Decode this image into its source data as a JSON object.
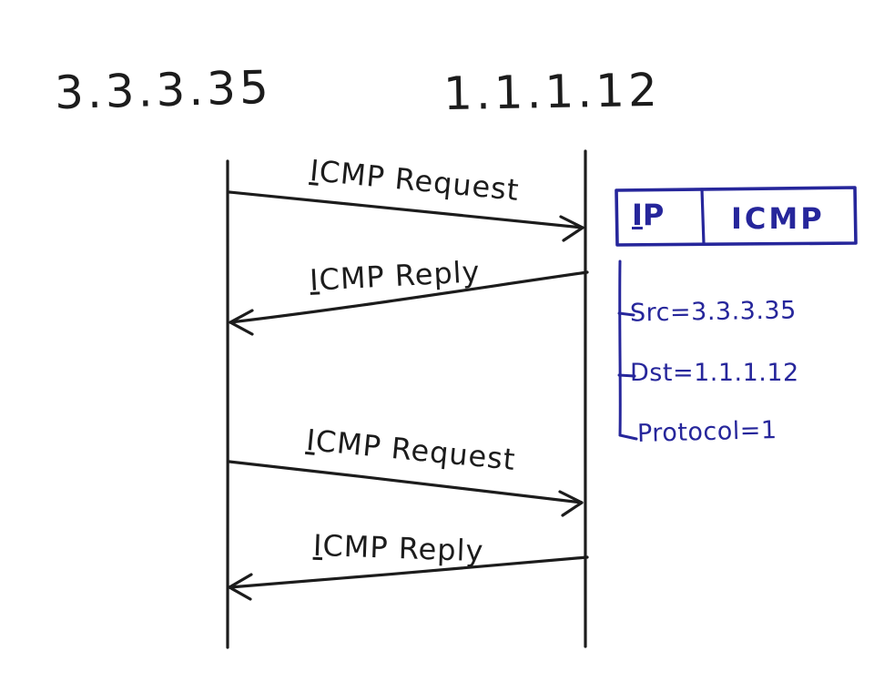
{
  "endpoints": {
    "left": "3.3.3.35",
    "right": "1.1.1.12"
  },
  "messages": [
    {
      "label": "ICMP Request",
      "direction": "left-to-right"
    },
    {
      "label": "ICMP Reply",
      "direction": "right-to-left"
    },
    {
      "label": "ICMP Request",
      "direction": "left-to-right"
    },
    {
      "label": "ICMP Reply",
      "direction": "right-to-left"
    }
  ],
  "packet": {
    "header_segment": "IP",
    "payload_segment": "ICMP",
    "fields": [
      {
        "text": "Src=3.3.3.35"
      },
      {
        "text": "Dst=1.1.1.12"
      },
      {
        "text": "Protocol=1"
      }
    ]
  },
  "colors": {
    "ink": "#1c1c1c",
    "annotation_blue": "#26269b"
  }
}
